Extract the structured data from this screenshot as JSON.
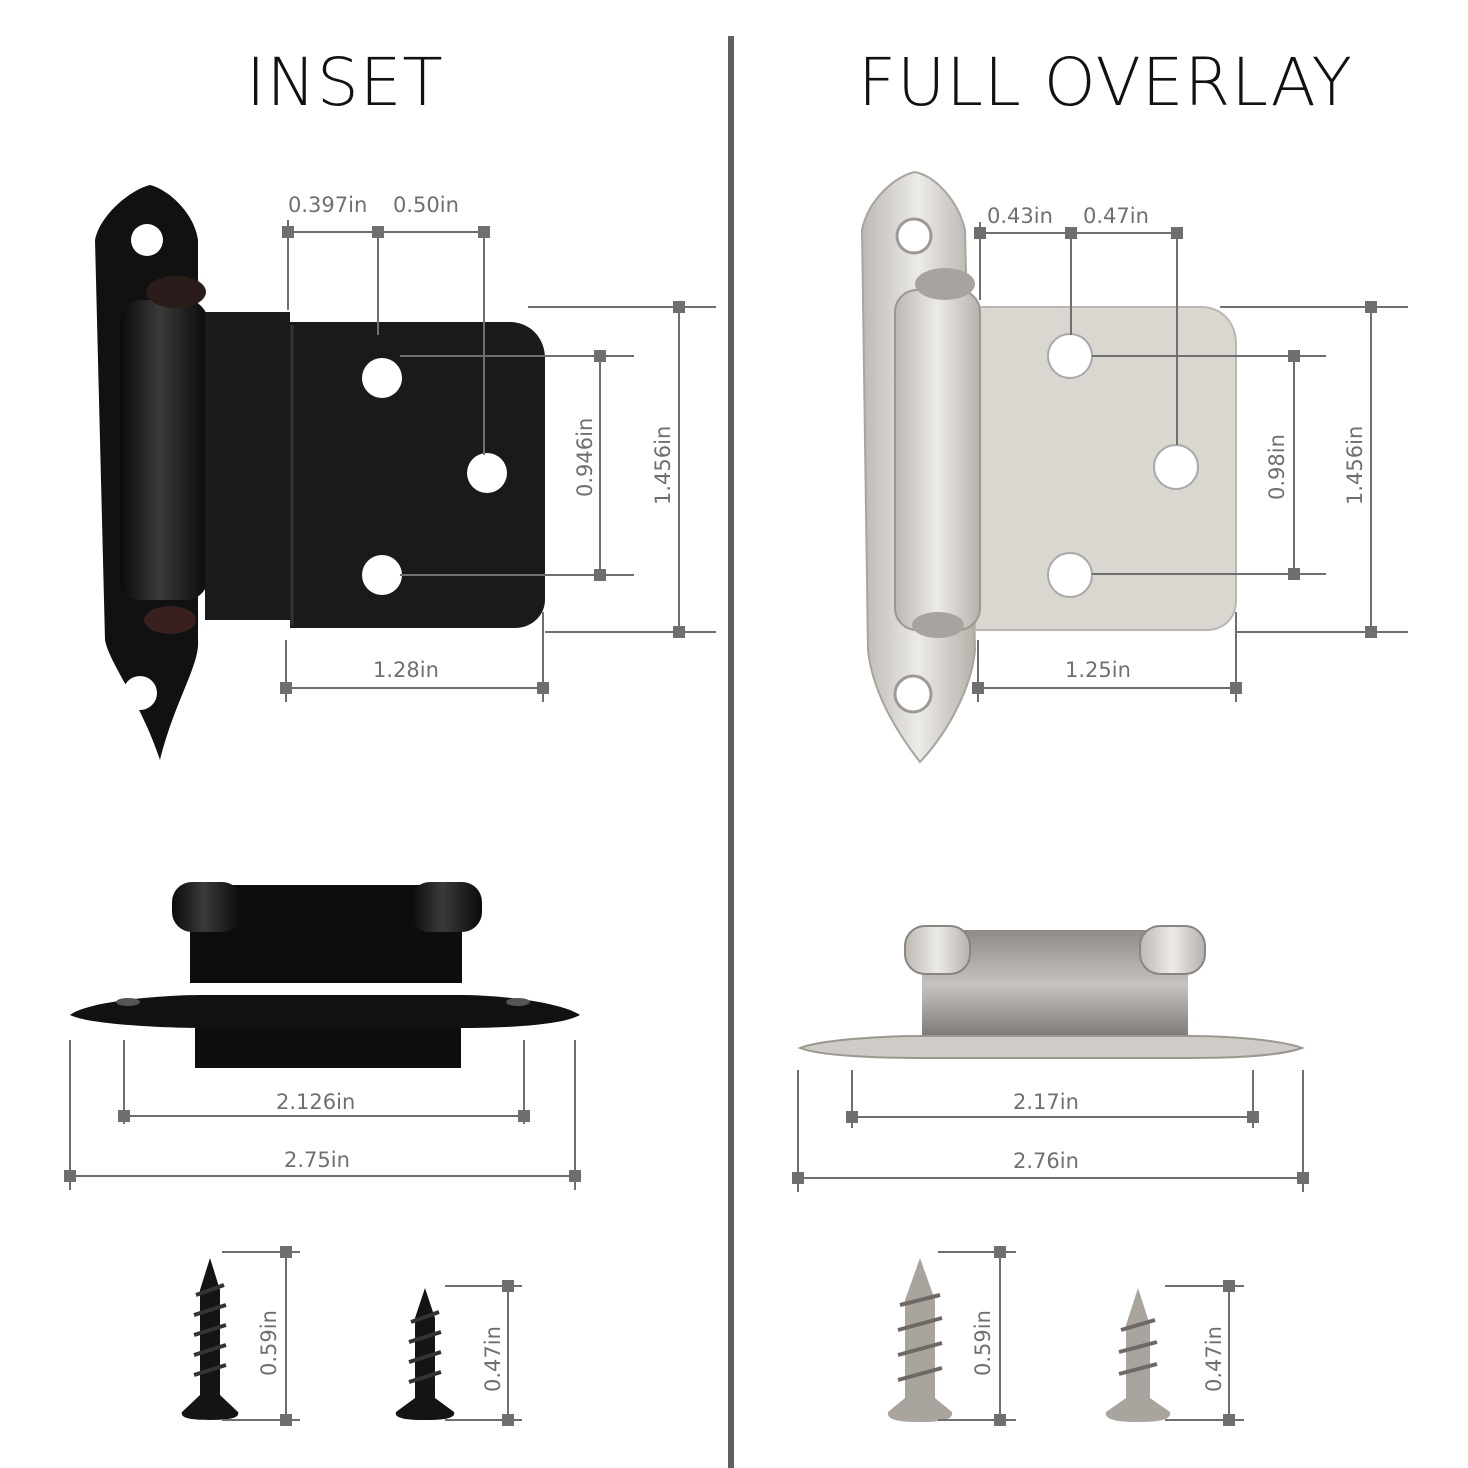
{
  "titles": {
    "left": "INSET",
    "right": "FULL OVERLAY"
  },
  "colors": {
    "dimension": "#6f6f6f",
    "black_hinge": "#151515",
    "nickel_hinge": "#cfcbc6",
    "divider": "#5f5f5f"
  },
  "inset": {
    "hole_spacing_a": "0.397in",
    "hole_spacing_b": "0.50in",
    "hole_vertical": "0.946in",
    "plate_height": "1.456in",
    "plate_width": "1.28in",
    "inner_width": "2.126in",
    "total_width": "2.75in",
    "screw_long": "0.59in",
    "screw_short": "0.47in"
  },
  "overlay": {
    "hole_spacing_a": "0.43in",
    "hole_spacing_b": "0.47in",
    "hole_vertical": "0.98in",
    "plate_height": "1.456in",
    "plate_width": "1.25in",
    "inner_width": "2.17in",
    "total_width": "2.76in",
    "screw_long": "0.59in",
    "screw_short": "0.47in"
  }
}
